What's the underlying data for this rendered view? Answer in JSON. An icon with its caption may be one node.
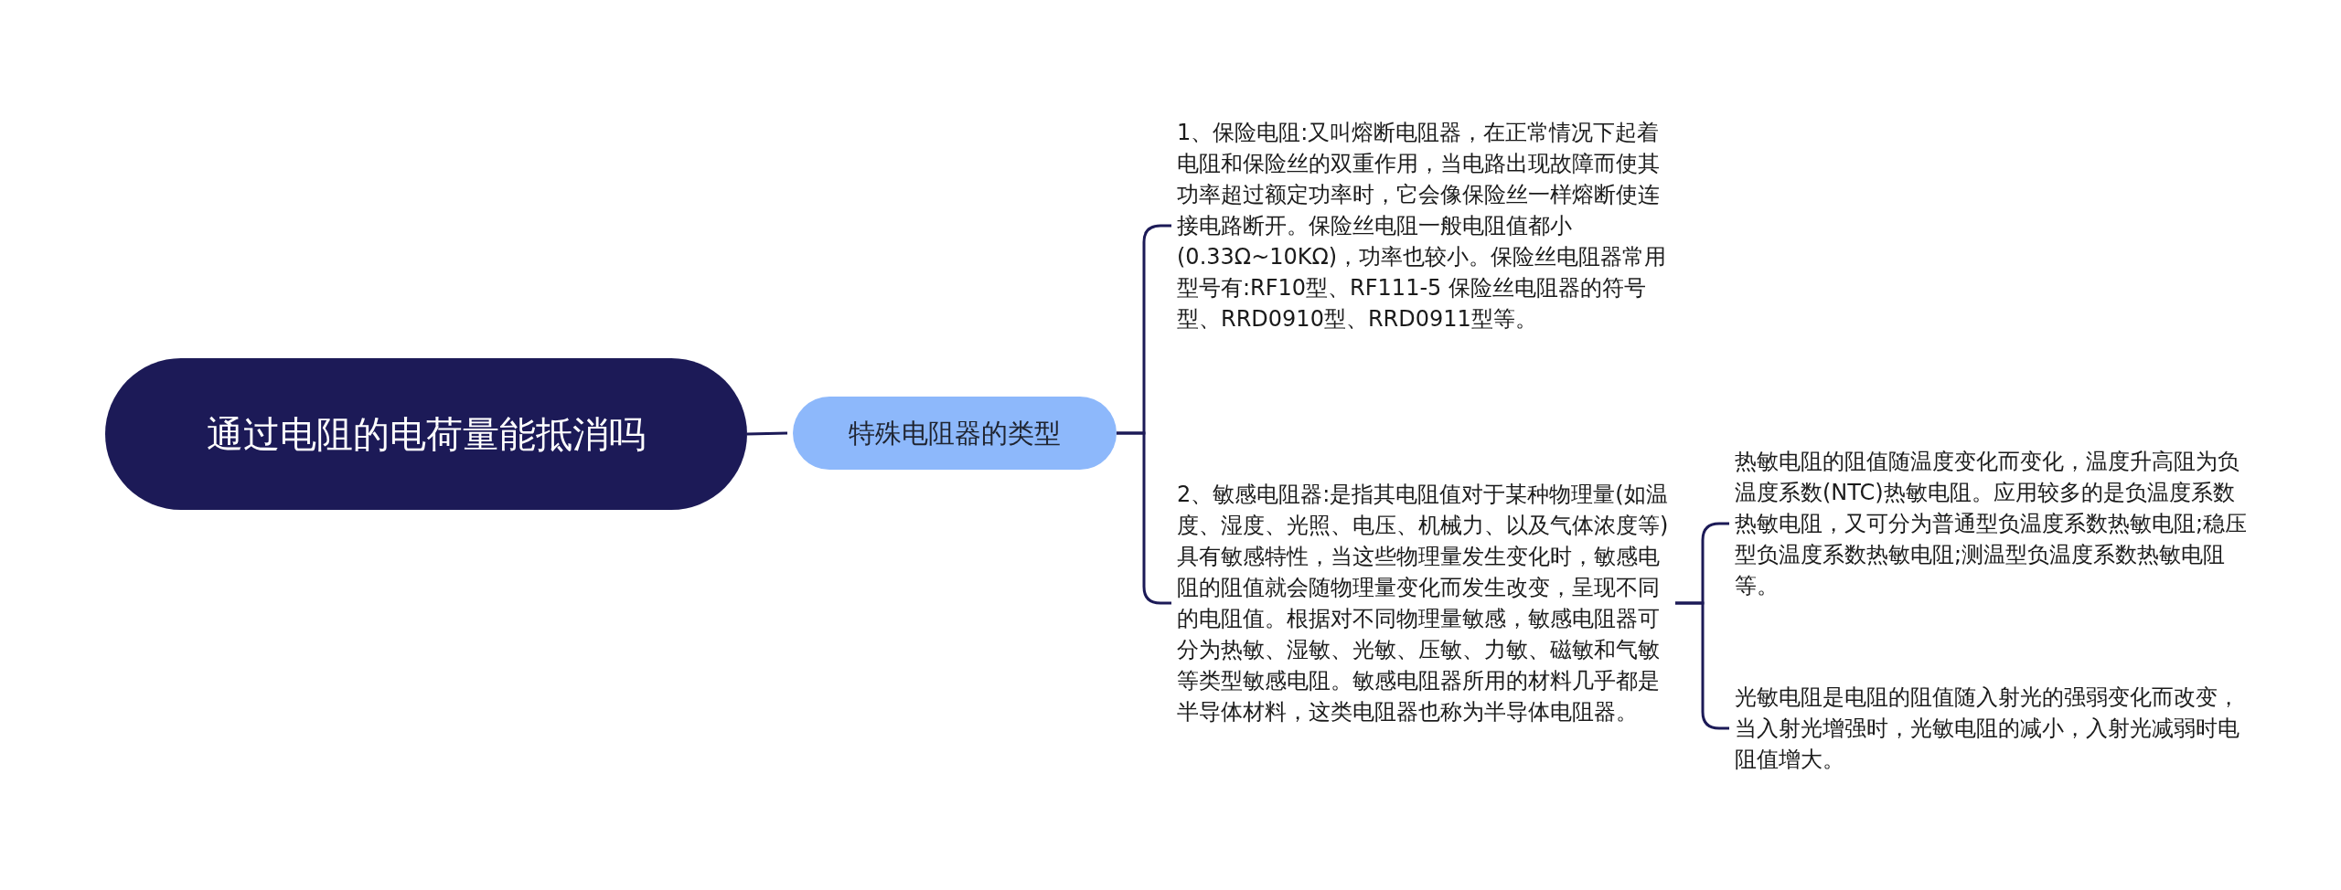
{
  "diagram": {
    "nodes": [
      {
        "text": [
          "通过电阻的电荷量能抵消吗"
        ]
      },
      {
        "text": [
          "特殊电阻器的类型"
        ]
      },
      {
        "text": [
          "1、保险电阻:又叫熔断电阻器，在正常情况下起着电阻和保险丝的双重作用，当电路出现故障而使其功率超过额定功率时，它会像保险丝一样熔断使连接电路断开。保险丝电阻一般电阻值都小(0.33Ω~10KΩ)，功率也较小。保险丝电阻器常用型号有:RF10型、RF111-5 保险丝电阻器的符号型、RRD0910型、RRD0911型等。"
        ]
      },
      {
        "text": [
          "2、敏感电阻器:是指其电阻值对于某种物理量(如温度、湿度、光照、电压、机械力、以及气体浓度等)具有敏感特性，当这些物理量发生变化时，敏感电阻的阻值就会随物理量变化而发生改变，呈现不同的电阻值。根据对不同物理量敏感，敏感电阻器可分为热敏、湿敏、光敏、压敏、力敏、磁敏和气敏等类型敏感电阻。敏感电阻器所用的材料几乎都是半导体材料，这类电阻器也称为半导体电阻器。"
        ]
      },
      {
        "text": [
          "热敏电阻的阻值随温度变化而变化，温度升高阻为负温度系数(NTC)热敏电阻。应用较多的是负温度系数热敏电阻，又可分为普通型负温度系数热敏电阻;稳压型负温度系数热敏电阻;测温型负温度系数热敏电阻等。"
        ]
      },
      {
        "text": [
          "光敏电阻是电阻的阻值随入射光的强弱变化而改变，当入射光增强时，光敏电阻的减小，入射光减弱时电阻值增大。"
        ]
      }
    ],
    "edges": [
      {
        "from": 0,
        "to": 1,
        "arrow": "none"
      },
      {
        "from": 1,
        "to": 2,
        "arrow": "none"
      },
      {
        "from": 1,
        "to": 3,
        "arrow": "none"
      },
      {
        "from": 3,
        "to": 4,
        "arrow": "none"
      },
      {
        "from": 3,
        "to": 5,
        "arrow": "none"
      }
    ]
  }
}
